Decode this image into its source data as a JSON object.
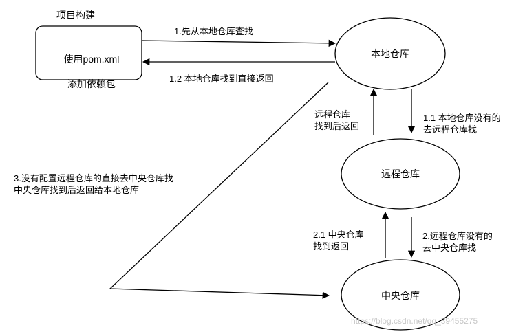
{
  "title": "项目构建",
  "nodes": {
    "project": {
      "line1_prefix": "使用",
      "line1_code": "pom.xml",
      "line2": "添加依赖包"
    },
    "local": "本地仓库",
    "remote": "远程仓库",
    "central": "中央仓库"
  },
  "edges": {
    "step1": "1.先从本地仓库查找",
    "step1_2": "1.2 本地仓库找到直接返回",
    "step1_1": "1.1 本地仓库没有的\n去远程仓库找",
    "remote_return": "远程仓库\n找到后返回",
    "step2": "2.远程仓库没有的\n去中央仓库找",
    "step2_1": "2.1 中央仓库\n找到返回",
    "step3": "3.没有配置远程仓库的直接去中央仓库找\n中央仓库找到后返回给本地仓库"
  },
  "watermark": "https://blog.csdn.net/qq_39455275",
  "colors": {
    "stroke": "#000000",
    "fill": "#ffffff",
    "text": "#000000",
    "watermark": "#c8c8c8"
  }
}
